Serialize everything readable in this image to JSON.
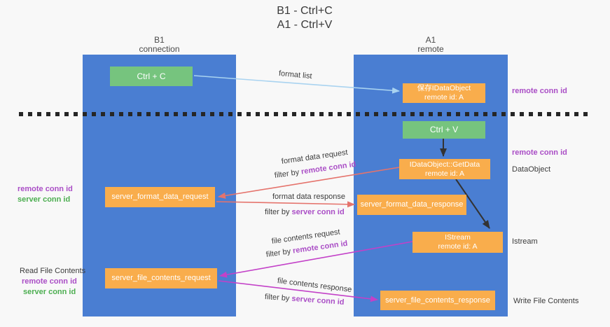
{
  "title": {
    "line1": "B1 - Ctrl+C",
    "line2": "A1 - Ctrl+V"
  },
  "lanes": {
    "left": {
      "name": "B1",
      "role": "connection"
    },
    "right": {
      "name": "A1",
      "role": "remote"
    }
  },
  "boxes": {
    "ctrl_c": {
      "label": "Ctrl + C"
    },
    "save_idataobject": {
      "line1": "保存IDataObject",
      "line2": "remote id: A"
    },
    "ctrl_v": {
      "label": "Ctrl + V"
    },
    "getdata": {
      "line1": "IDataObject::GetData",
      "line2": "remote id: A"
    },
    "server_format_data_request": {
      "label": "server_format_data_request"
    },
    "server_format_data_response": {
      "label": "server_format_data_response"
    },
    "istream": {
      "line1": "IStream",
      "line2": "remote id: A"
    },
    "server_file_contents_request": {
      "label": "server_file_contents_request"
    },
    "server_file_contents_response": {
      "label": "server_file_contents_response"
    }
  },
  "flow_labels": {
    "format_list": "format list",
    "format_data_request": "format data request",
    "format_data_response": "format data response",
    "file_contents_request": "file contents request",
    "file_contents_response": "file contents response",
    "filter_by": "filter by ",
    "remote_conn_id": "remote conn id",
    "server_conn_id": "server conn id"
  },
  "annotations": {
    "left_format": {
      "remote": "remote conn id",
      "server": "server conn id"
    },
    "left_file": {
      "title": "Read File Contents",
      "remote": "remote conn id",
      "server": "server conn id"
    },
    "right_save": "remote conn id",
    "right_paste": "remote conn id",
    "right_dataobject": "DataObject",
    "right_istream": "Istream",
    "right_write": "Write File Contents"
  },
  "colors": {
    "lane_blue": "#4a7ed2",
    "box_orange": "#f9ad4c",
    "box_green": "#76c47e",
    "arrow_light_blue": "#a9d3f0",
    "arrow_red": "#e5736c",
    "arrow_magenta": "#c341c8",
    "divider_black": "#262626",
    "text_purple": "#aa4ec6",
    "text_green": "#4cae50"
  }
}
